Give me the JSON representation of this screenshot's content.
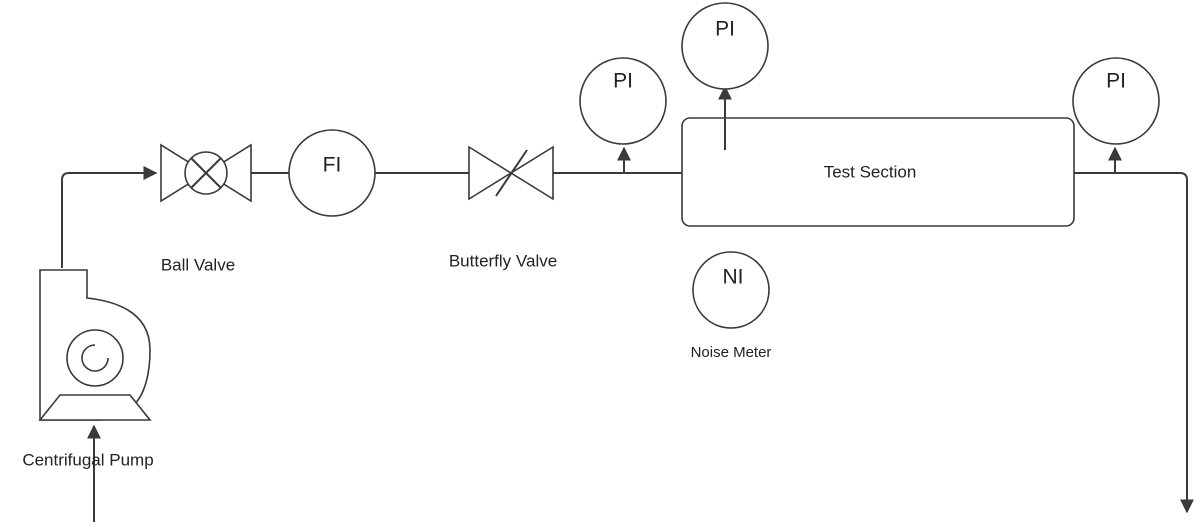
{
  "labels": {
    "pump": "Centrifugal Pump",
    "ball_valve": "Ball Valve",
    "butterfly_valve": "Butterfly Valve",
    "test_section": "Test Section",
    "noise_meter": "Noise Meter"
  },
  "instruments": {
    "flow": "FI",
    "pressure_1": "PI",
    "pressure_2": "PI",
    "pressure_3": "PI",
    "noise": "NI"
  },
  "colors": {
    "line": "#3a3a3a",
    "text": "#222222",
    "background": "#ffffff"
  }
}
